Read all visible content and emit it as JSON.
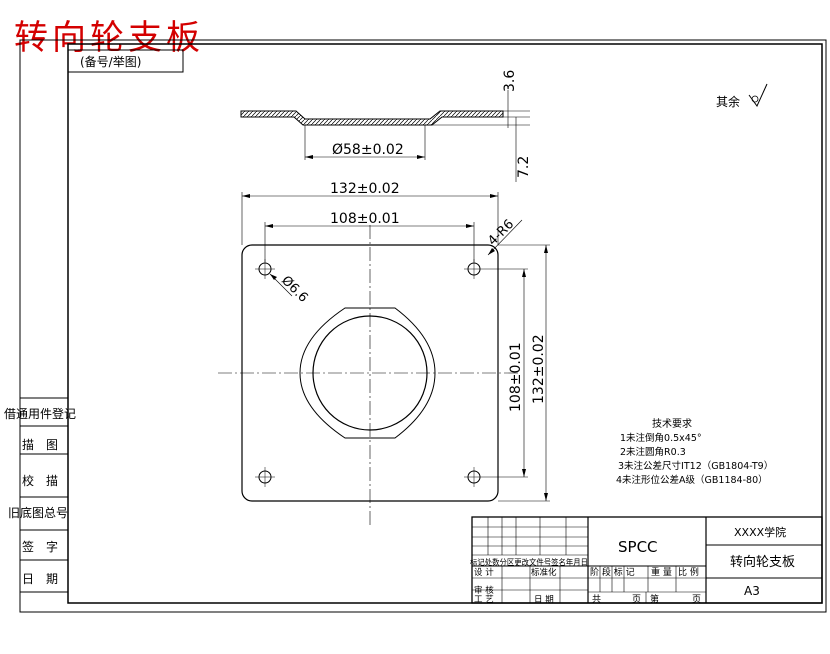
{
  "document": {
    "title": "转向轮支板",
    "stamp": "(备号/举图)",
    "roughness": "其余"
  },
  "dimensions": {
    "thickness": "3.6",
    "offset": "7.2",
    "center_dia": "Ø58±0.02",
    "outer_width": "132±0.02",
    "hole_spacing_x": "108±0.01",
    "corner_radius": "4-R6",
    "hole_dia": "Ø6.6",
    "hole_spacing_y": "108±0.01",
    "outer_height": "132±0.02"
  },
  "tech_requirements": {
    "heading": "技术要求",
    "items": [
      "1未注倒角0.5x45°",
      "2未注圆角R0.3",
      "3未注公差尺寸IT12（GB1804-T9）",
      "4未注形位公差A级（GB1184-80）"
    ]
  },
  "side_panel": {
    "register": "借通用件登记",
    "trace": "描　图",
    "proof": "校　描",
    "old_no": "旧底图总号",
    "sign": "签　字",
    "date": "日　期"
  },
  "title_block": {
    "material": "SPCC",
    "school": "XXXX学院",
    "part_name": "转向轮支板",
    "sheet_size": "A3",
    "rev_header": "标记处数分区更改文件号签名年月日",
    "design": "设 计",
    "standardize": "标准化",
    "review": "审 核",
    "process": "工 艺",
    "date_label": "日 期",
    "col_stage": "阶 段 标 记",
    "col_weight": "重 量",
    "col_scale": "比 例",
    "total": "共",
    "page": "页",
    "sheet": "第",
    "page2": "页"
  }
}
